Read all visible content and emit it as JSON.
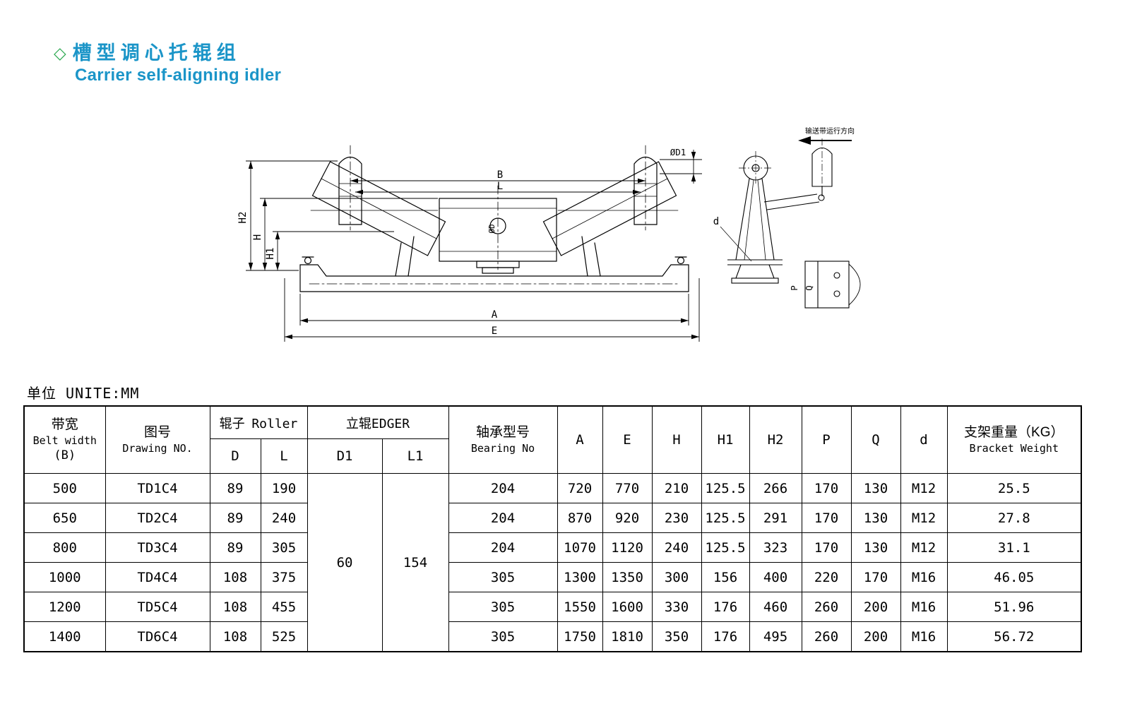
{
  "page": {
    "title_zh": "槽型调心托辊组",
    "title_en": "Carrier self-aligning idler",
    "unit_note": "单位 UNITE:MM"
  },
  "drawing": {
    "direction_note": "输送带运行方向",
    "labels": {
      "B": "B",
      "L": "L",
      "dia_d1": "ØD1",
      "dia_d": "ØD",
      "H2": "H2",
      "H": "H",
      "H1": "H1",
      "A": "A",
      "E": "E",
      "d": "d",
      "P": "P",
      "Q": "Q"
    }
  },
  "table": {
    "header": {
      "belt_width": {
        "zh": "带宽",
        "en": "Belt width",
        "sub": "(B)"
      },
      "drawing_no": {
        "zh": "图号",
        "en": "Drawing NO."
      },
      "roller": {
        "zh": "辊子",
        "en": "Roller",
        "d": "D",
        "l": "L"
      },
      "edger": {
        "label": "立辊EDGER",
        "d1": "D1",
        "l1": "L1"
      },
      "bearing": {
        "zh": "轴承型号",
        "en": "Bearing No"
      },
      "dims": [
        "A",
        "E",
        "H",
        "H1",
        "H2",
        "P",
        "Q",
        "d"
      ],
      "weight": {
        "zh": "支架重量（KG）",
        "en": "Bracket Weight"
      }
    },
    "edger_values": {
      "d1": "60",
      "l1": "154"
    },
    "rows": [
      [
        "500",
        "TD1C4",
        "89",
        "190",
        "204",
        "720",
        "770",
        "210",
        "125.5",
        "266",
        "170",
        "130",
        "M12",
        "25.5"
      ],
      [
        "650",
        "TD2C4",
        "89",
        "240",
        "204",
        "870",
        "920",
        "230",
        "125.5",
        "291",
        "170",
        "130",
        "M12",
        "27.8"
      ],
      [
        "800",
        "TD3C4",
        "89",
        "305",
        "204",
        "1070",
        "1120",
        "240",
        "125.5",
        "323",
        "170",
        "130",
        "M12",
        "31.1"
      ],
      [
        "1000",
        "TD4C4",
        "108",
        "375",
        "305",
        "1300",
        "1350",
        "300",
        "156",
        "400",
        "220",
        "170",
        "M16",
        "46.05"
      ],
      [
        "1200",
        "TD5C4",
        "108",
        "455",
        "305",
        "1550",
        "1600",
        "330",
        "176",
        "460",
        "260",
        "200",
        "M16",
        "51.96"
      ],
      [
        "1400",
        "TD6C4",
        "108",
        "525",
        "305",
        "1750",
        "1810",
        "350",
        "176",
        "495",
        "260",
        "200",
        "M16",
        "56.72"
      ]
    ]
  }
}
